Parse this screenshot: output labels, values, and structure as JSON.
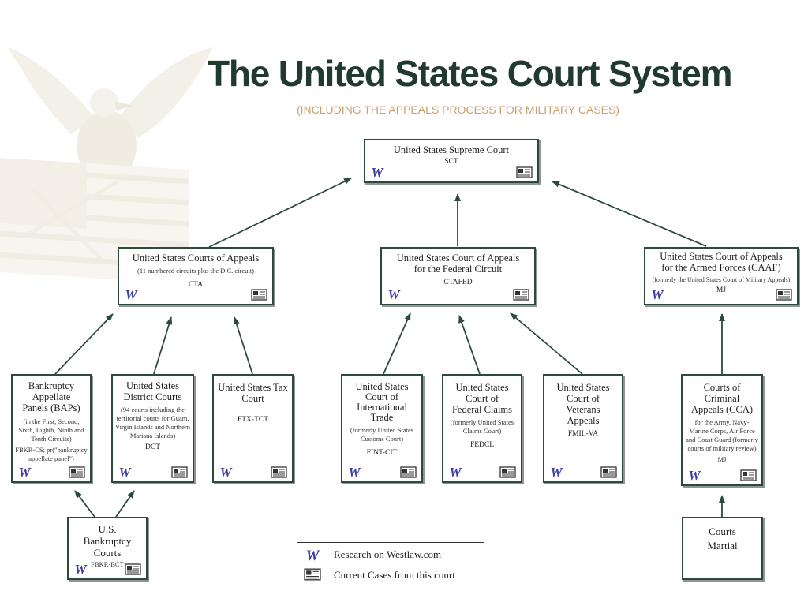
{
  "title": "The United States Court System",
  "subtitle": "(INCLUDING THE APPEALS PROCESS FOR MILITARY CASES)",
  "courts": {
    "sct": {
      "name": "United States Supreme Court",
      "code": "SCT"
    },
    "cta": {
      "name": "United States Courts of Appeals",
      "desc": "(11 numbered circuits plus the D.C. circuit)",
      "code": "CTA"
    },
    "ctafed": {
      "name": "United States Court of Appeals for the Federal Circuit",
      "code": "CTAFED"
    },
    "caaf": {
      "name": "United States Court of Appeals for the Armed Forces (CAAF)",
      "desc": "(formerly the United States Court of Military Appeals)",
      "code": "MJ"
    },
    "bap": {
      "name": "Bankruptcy Appellate Panels (BAPs)",
      "desc": "(in the First, Second, Sixth, Eighth, Ninth and Tenth Circuits)",
      "code": "FBKR-CS; pr(\"bankruptcy appellate panel\")"
    },
    "dct": {
      "name": "United States District Courts",
      "desc": "(94 courts including the territorial courts for Guam, Virgin Islands and Northern Mariana Islands)",
      "code": "DCT"
    },
    "tax": {
      "name": "United States Tax Court",
      "code": "FTX-TCT"
    },
    "cit": {
      "name": "United States Court of International Trade",
      "desc": "(formerly United States Customs Court)",
      "code": "FINT-CIT"
    },
    "fedcl": {
      "name": "United States Court of Federal Claims",
      "desc": "(formerly United States Claims Court)",
      "code": "FEDCL"
    },
    "va": {
      "name": "United States Court of Veterans Appeals",
      "code": "FMIL-VA"
    },
    "cca": {
      "name": "Courts of Criminal Appeals (CCA)",
      "desc": "for the Army, Navy-Marine Corps, Air Force and Coast Guard (formerly courts of military review)",
      "code": "MJ"
    },
    "bct": {
      "name": "U.S. Bankruptcy Courts",
      "code": "FBKR-BCT"
    },
    "cm": {
      "name": "Courts Martial"
    }
  },
  "legend": {
    "westlaw": "Research on Westlaw.com",
    "current": "Current Cases from this court"
  },
  "icons": {
    "westlaw": "westlaw-w-icon",
    "current": "current-cases-news-icon"
  },
  "colors": {
    "title": "#203a30",
    "subtitle": "#c9a06b",
    "box_border": "#2c4a3c",
    "westlaw_icon": "#3f3f9f"
  }
}
